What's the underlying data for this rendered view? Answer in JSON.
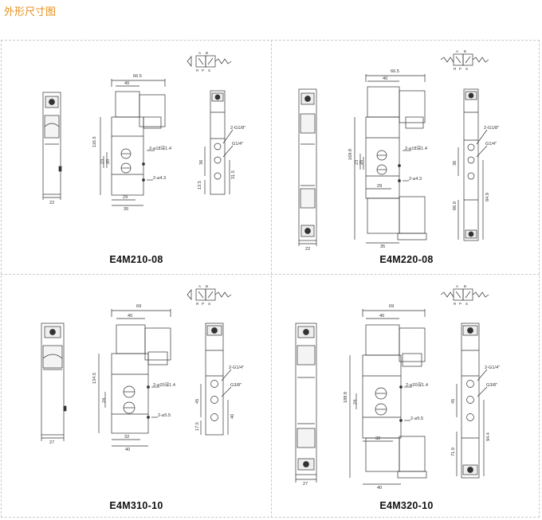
{
  "page": {
    "title": "外形尺寸图"
  },
  "models": [
    {
      "id": "e4m210",
      "name": "E4M210-08",
      "dims": {
        "top_width": "66.5",
        "top_inner": "40",
        "height": "116.5",
        "d23": "23",
        "d20": "20",
        "port_label": "2-⌀18深1.4",
        "mount_label": "2-⌀4.3",
        "bottom_inner": "29",
        "bottom_width": "35",
        "side_width": "22",
        "port_thread": "2-G1/8\"",
        "inlet_thread": "G1/4\"",
        "dv1": "36",
        "dv2": "13.5",
        "dv3": "31.5"
      },
      "symbol": {
        "a": "A",
        "b": "B",
        "r": "R",
        "p": "P",
        "s": "S"
      }
    },
    {
      "id": "e4m220",
      "name": "E4M220-08",
      "dims": {
        "top_width": "66.5",
        "top_inner": "40",
        "height": "169.8",
        "d23": "23",
        "d20": "20",
        "port_label": "2-⌀18深1.4",
        "mount_label": "2-⌀4.3",
        "bottom_inner": "29",
        "bottom_width": "35",
        "side_width": "22",
        "port_thread": "2-G1/8\"",
        "inlet_thread": "G1/4\"",
        "dv1": "36",
        "dv2": "66.9",
        "dv3": "84.9"
      },
      "symbol": {
        "a": "A",
        "b": "B",
        "r": "R",
        "p": "P",
        "s": "S"
      }
    },
    {
      "id": "e4m310",
      "name": "E4M310-10",
      "dims": {
        "top_width": "69",
        "top_inner": "40",
        "height": "134.5",
        "d24": "24",
        "port_label": "2-⌀20深1.4",
        "mount_label": "2-⌀5.5",
        "bottom_inner": "32",
        "bottom_width": "40",
        "side_width": "27",
        "port_thread": "2-G1/4\"",
        "inlet_thread": "G3/8\"",
        "dv1": "45",
        "dv2": "17.5",
        "dv3": "40"
      },
      "symbol": {
        "a": "A",
        "b": "B",
        "r": "R",
        "p": "P",
        "s": "S"
      }
    },
    {
      "id": "e4m320",
      "name": "E4M320-10",
      "dims": {
        "top_width": "69",
        "top_inner": "40",
        "height": "188.8",
        "d24": "24",
        "port_label": "2-⌀20深1.4",
        "mount_label": "2-⌀5.5",
        "bottom_inner": "32",
        "bottom_width": "40",
        "side_width": "27",
        "port_thread": "2-G1/4\"",
        "inlet_thread": "G3/8\"",
        "dv1": "45",
        "dv2": "71.9",
        "dv3": "94.4"
      },
      "symbol": {
        "a": "A",
        "b": "B",
        "r": "R",
        "p": "P",
        "s": "S"
      }
    }
  ]
}
